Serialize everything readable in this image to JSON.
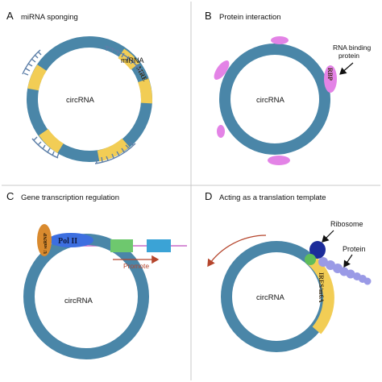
{
  "panels": {
    "a": {
      "letter": "A",
      "title": "miRNA sponging",
      "circle_label": "circRNA",
      "mirna_label": "miRNA",
      "mre_label": "MRE"
    },
    "b": {
      "letter": "B",
      "title": "Protein interaction",
      "circle_label": "circRNA",
      "rbp_line1": "RNA binding",
      "rbp_line2": "protein",
      "rbp_label": "RBP"
    },
    "c": {
      "letter": "C",
      "title": "Gene transcription regulation",
      "circle_label": "circRNA",
      "snrnp_label": "U snRNP",
      "pol_label": "Pol II",
      "promote_label": "Promote"
    },
    "d": {
      "letter": "D",
      "title": "Acting as a translation template",
      "circle_label": "circRNA",
      "ribosome_label": "Ribosome",
      "protein_label": "Protein",
      "ires_label": "IRES/m6A"
    }
  },
  "colors": {
    "circ": "#4a86a8",
    "mre": "#f2cd55",
    "mirna": "#5d7fa8",
    "rbp": "#e383e6",
    "pol": "#3d6fe0",
    "snrnp": "#d98a2e",
    "box_green": "#6ec86e",
    "box_blue": "#3ba3d6",
    "line_pink": "#c86cc8",
    "arrow_red": "#b5452c",
    "ribosome": "#1c2c9a",
    "ribo_small": "#5fbd5a",
    "peptide": "#9a9ae6"
  }
}
